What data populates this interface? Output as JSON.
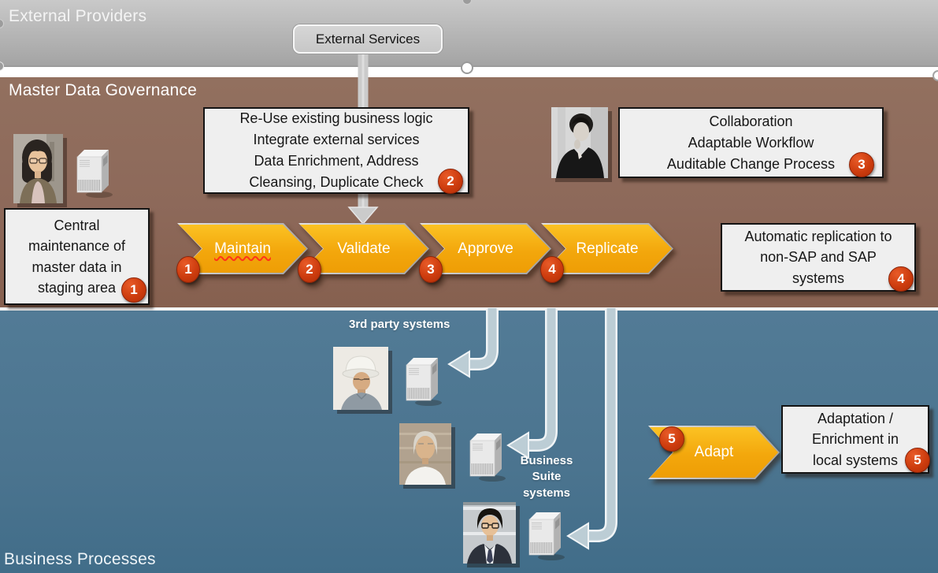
{
  "bands": {
    "external_providers": "External Providers",
    "master_data_governance": "Master Data Governance",
    "business_processes": "Business Processes"
  },
  "external_services": {
    "label": "External Services"
  },
  "process_steps": [
    {
      "label": "Maintain",
      "num": "1"
    },
    {
      "label": "Validate",
      "num": "2"
    },
    {
      "label": "Approve",
      "num": "3"
    },
    {
      "label": "Replicate",
      "num": "4"
    }
  ],
  "adapt_step": {
    "label": "Adapt",
    "num": "5"
  },
  "callouts": {
    "central_maintenance": {
      "text": "Central\nmaintenance of\nmaster data in\nstaging area",
      "num": "1"
    },
    "reuse": {
      "text": "Re-Use existing business logic\nIntegrate external services\nData Enrichment, Address\nCleansing, Duplicate Check",
      "num": "2"
    },
    "collaboration": {
      "text": "Collaboration\nAdaptable Workflow\nAuditable Change Process",
      "num": "3"
    },
    "auto_replication": {
      "text": "Automatic replication to\nnon-SAP and SAP\nsystems",
      "num": "4"
    },
    "adaptation": {
      "text": "Adaptation /\nEnrichment in\nlocal systems",
      "num": "5"
    }
  },
  "system_labels": {
    "third_party": "3rd party systems",
    "business_suite": "Business\nSuite\nsystems"
  },
  "colors": {
    "band_gray": "#b5b5b5",
    "band_brown": "#8e695b",
    "band_blue": "#4e7892",
    "chevron_yellow": "#f3a70c",
    "badge_red": "#c43a10",
    "box_fill": "#efefef",
    "flow_arrow": "#bccdd5"
  }
}
